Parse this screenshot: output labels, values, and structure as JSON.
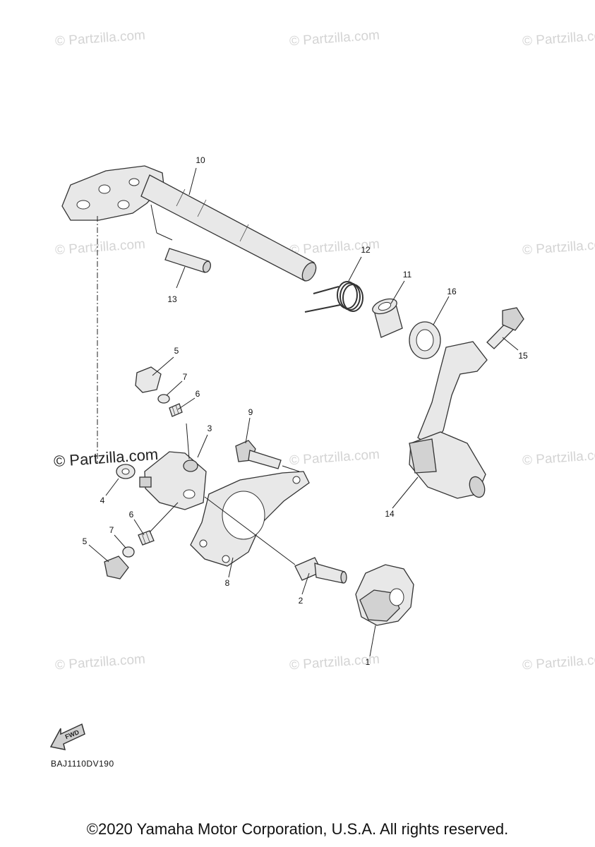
{
  "watermarks": {
    "text": "© Partzilla.com",
    "featured": "© Partzilla.com"
  },
  "callouts": {
    "p10": "10",
    "p12": "12",
    "p13": "13",
    "p11": "11",
    "p16": "16",
    "p15": "15",
    "p5a": "5",
    "p7a": "7",
    "p6a": "6",
    "p3": "3",
    "p9": "9",
    "p4": "4",
    "p14": "14",
    "p6b": "6",
    "p7b": "7",
    "p5b": "5",
    "p8": "8",
    "p2": "2",
    "p1": "1"
  },
  "fwd_badge": "FWD",
  "diagram_code": "BAJ1110DV190",
  "copyright": "©2020 Yamaha Motor Corporation, U.S.A. All rights reserved."
}
